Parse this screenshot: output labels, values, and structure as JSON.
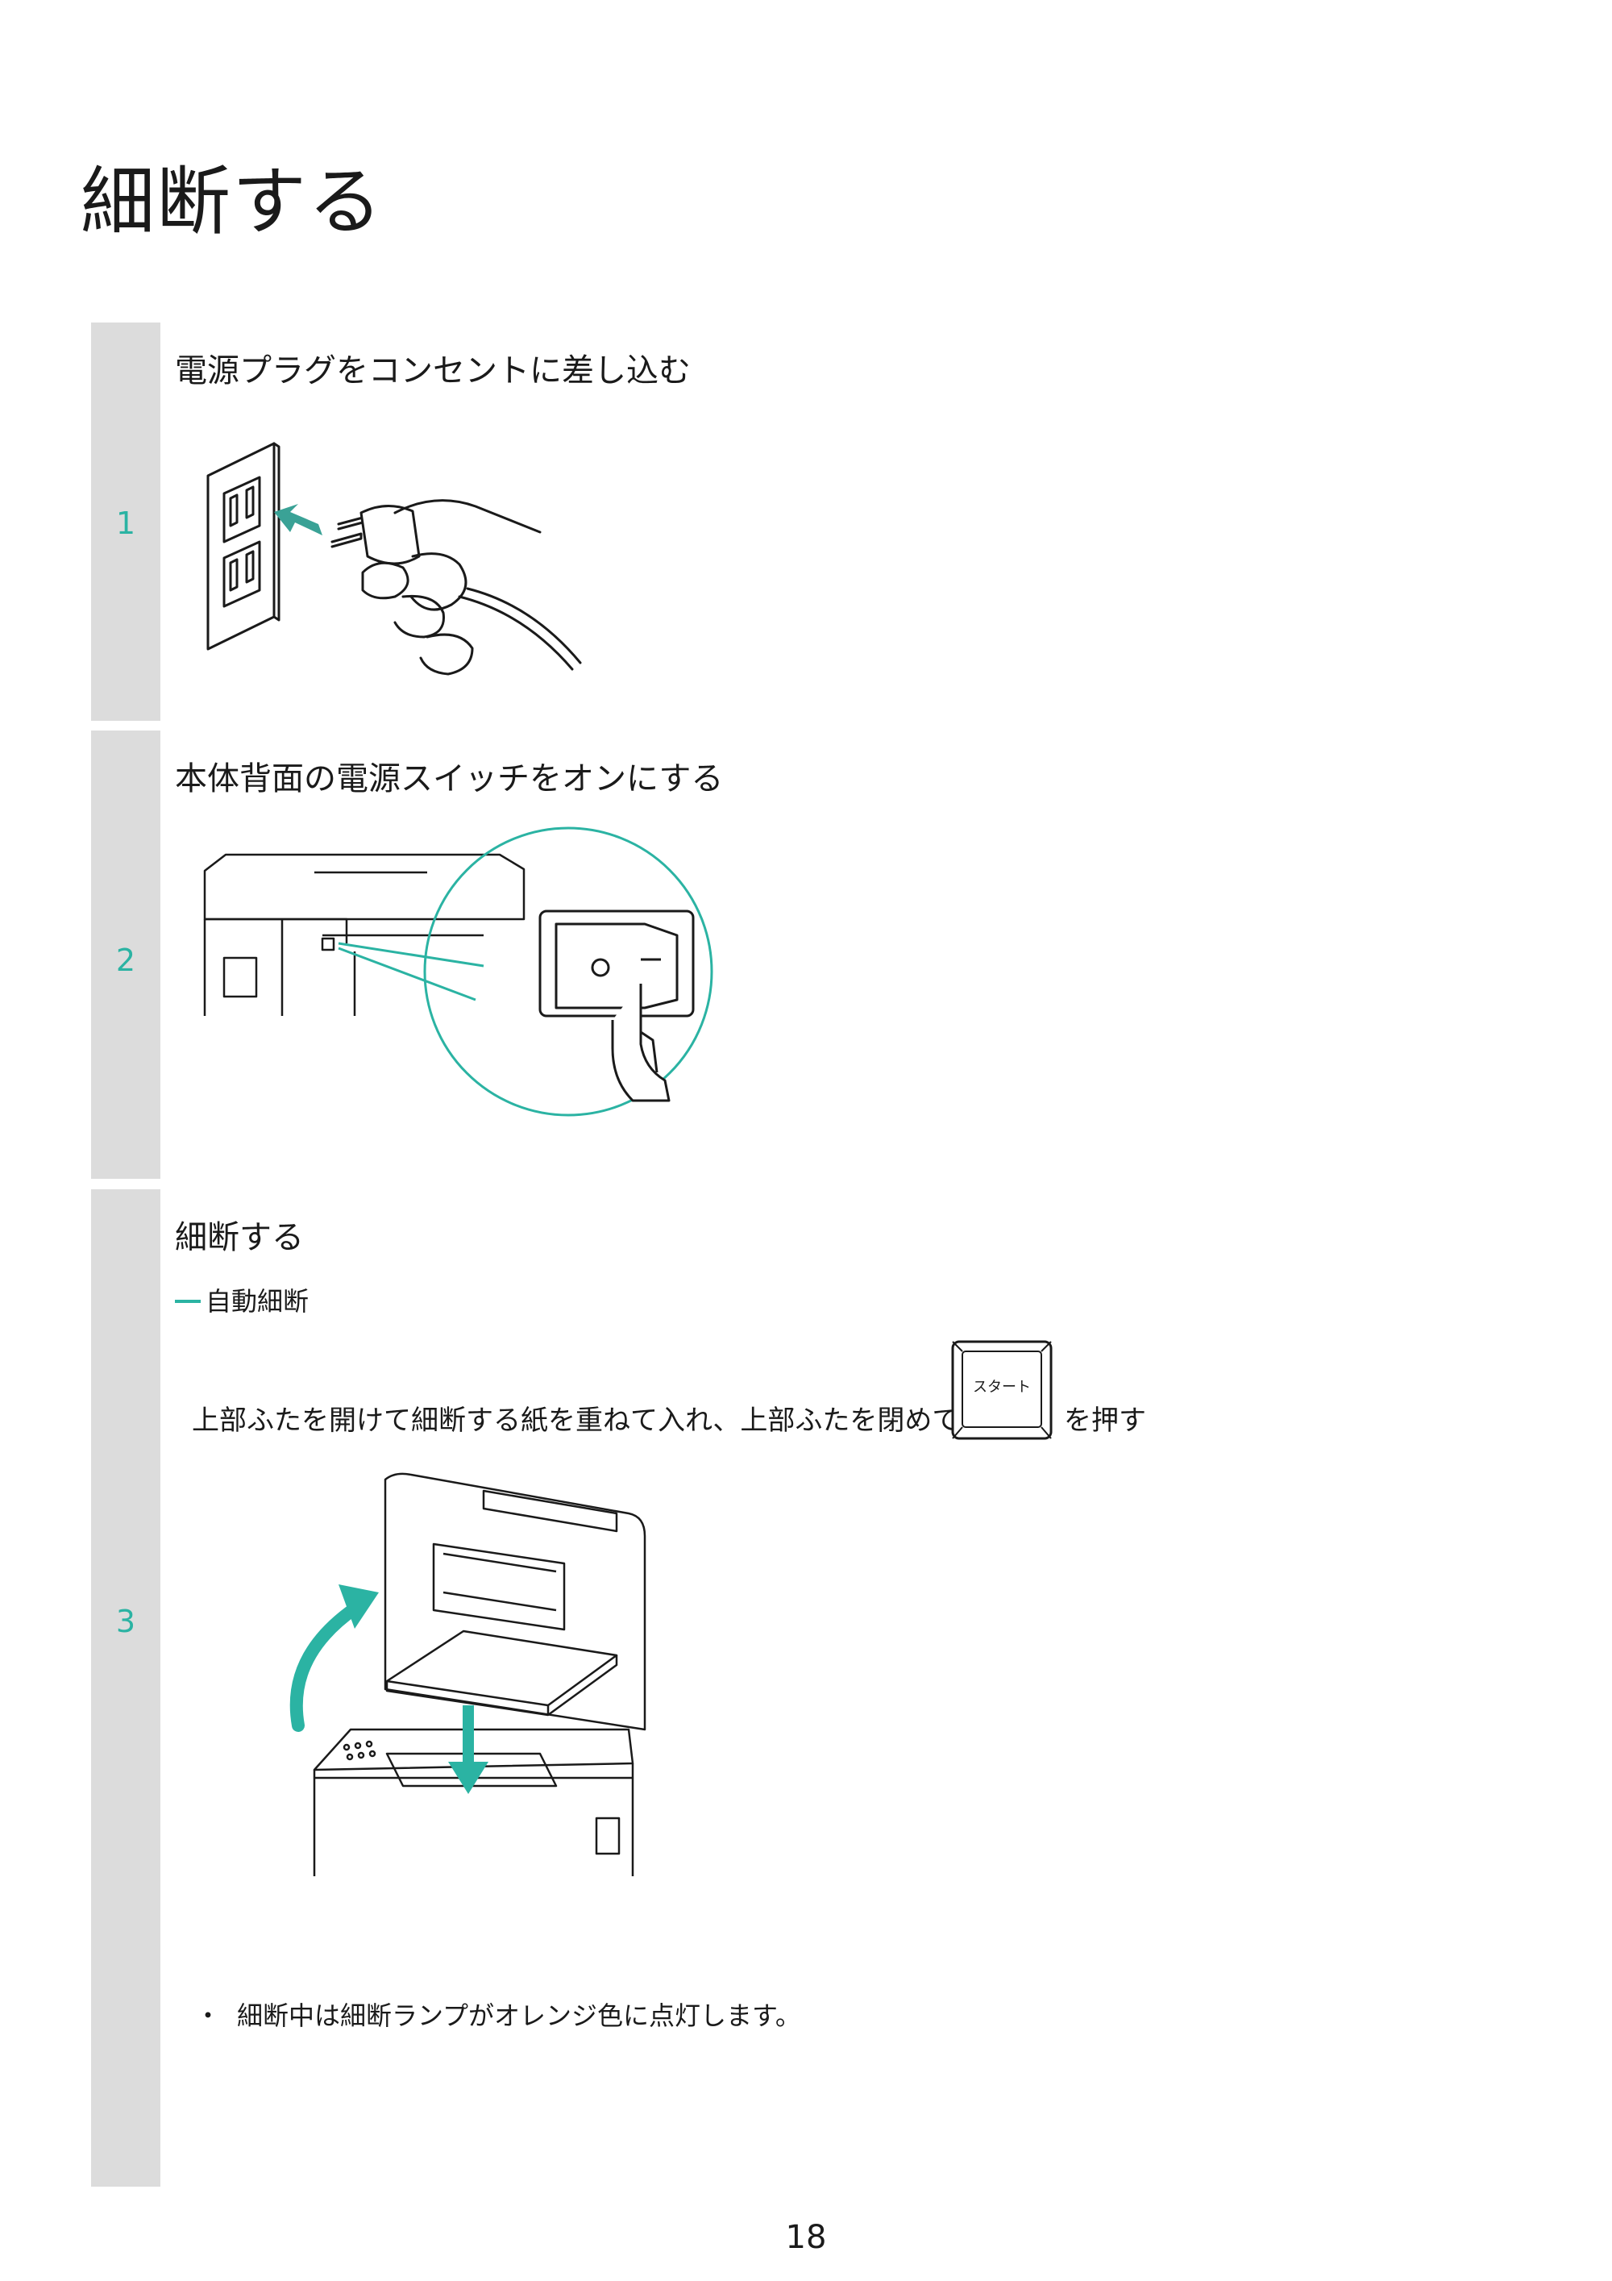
{
  "page": {
    "title": "細断する",
    "page_number": "18"
  },
  "steps": [
    {
      "number": "1",
      "heading": "電源プラグをコンセントに差し込む"
    },
    {
      "number": "2",
      "heading": "本体背面の電源スイッチをオンにする"
    },
    {
      "number": "3",
      "heading": "細断する",
      "subheading": "自動細断",
      "instruction_before": "上部ふたを開けて細断する紙を重ねて入れ、上部ふたを閉めて",
      "key_label": "スタート",
      "instruction_after": "を押す",
      "note": "細断中は細断ランプがオレンジ色に点灯します。",
      "note_bullet": "・"
    }
  ],
  "icons": {
    "step1": "outlet-plug-illustration",
    "step2": "power-switch-illustration",
    "step3": "shredder-open-lid-illustration"
  },
  "colors": {
    "accent": "#2bb3a3",
    "step_bar": "#dcdcdc",
    "text": "#1a1a1a"
  }
}
